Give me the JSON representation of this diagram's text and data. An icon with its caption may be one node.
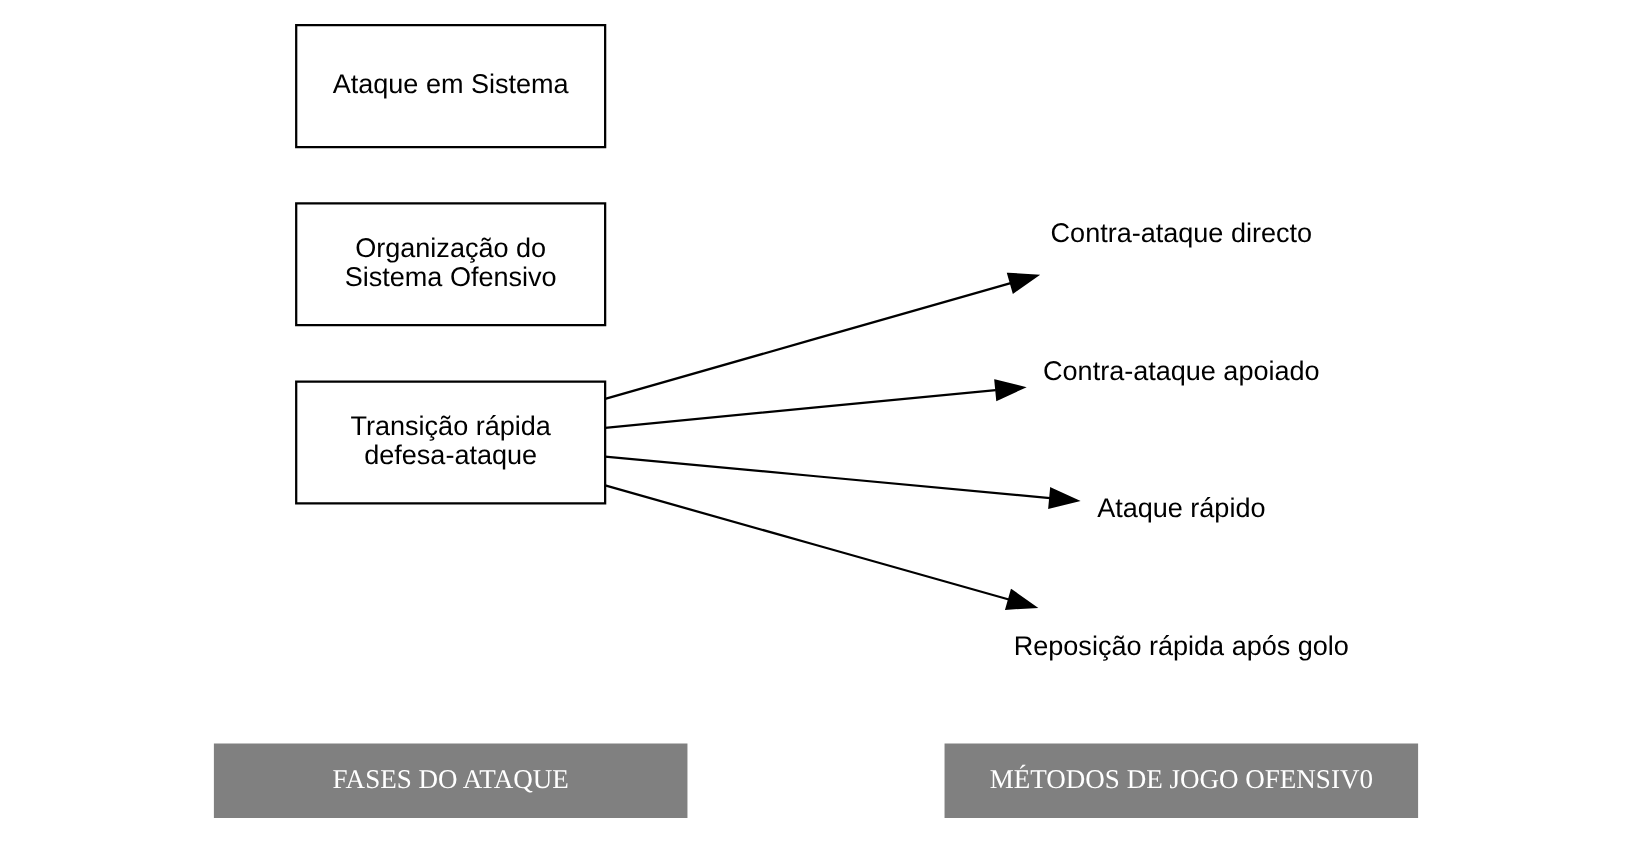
{
  "diagram": {
    "nodes": [
      {
        "text": [
          "FASES DO ATAQUE"
        ]
      },
      {
        "text": [
          "MÉTODOS DE JOGO OFENSIV0"
        ]
      },
      {
        "text": [
          "Transição rápida defesa-ataque"
        ]
      },
      {
        "text": [
          "Organização do Sistema Ofensivo"
        ]
      },
      {
        "text": [
          "Ataque em Sistema"
        ]
      },
      {
        "text": [
          "Contra-ataque directo"
        ]
      },
      {
        "text": [
          "Contra-ataque apoiado"
        ]
      },
      {
        "text": [
          "Ataque rápido"
        ]
      },
      {
        "text": [
          "Reposição rápida após golo"
        ]
      }
    ],
    "edges": [
      {
        "from": 2,
        "to": 5,
        "arrow": "to"
      },
      {
        "from": 2,
        "to": 6,
        "arrow": "to"
      },
      {
        "from": 2,
        "to": 7,
        "arrow": "to"
      },
      {
        "from": 2,
        "to": 8,
        "arrow": "to"
      }
    ]
  }
}
